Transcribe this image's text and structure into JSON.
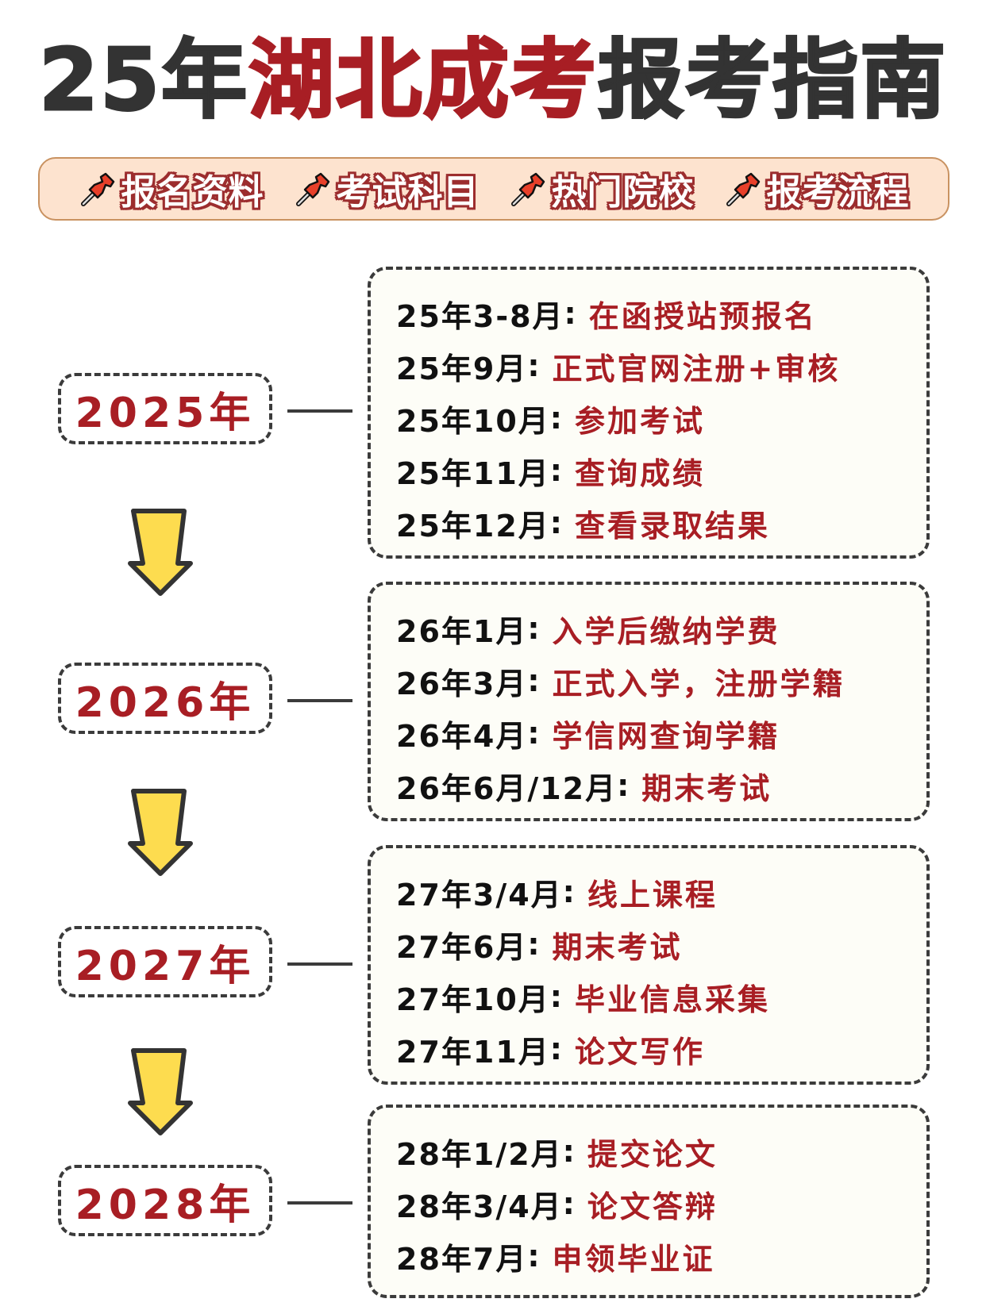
{
  "header": {
    "title_prefix": "25年",
    "title_accent": "湖北成考",
    "title_suffix": "报考指南"
  },
  "tags": [
    {
      "icon": "pushpin-icon",
      "label": "报名资料"
    },
    {
      "icon": "pushpin-icon",
      "label": "考试科目"
    },
    {
      "icon": "pushpin-icon",
      "label": "热门院校"
    },
    {
      "icon": "pushpin-icon",
      "label": "报考流程"
    }
  ],
  "timeline": [
    {
      "year": "2025年",
      "items": [
        {
          "date": "25年3-8月",
          "event": "在函授站预报名"
        },
        {
          "date": "25年9月",
          "event": "正式官网注册+审核"
        },
        {
          "date": "25年10月",
          "event": "参加考试"
        },
        {
          "date": "25年11月",
          "event": "查询成绩"
        },
        {
          "date": "25年12月",
          "event": "查看录取结果"
        }
      ]
    },
    {
      "year": "2026年",
      "items": [
        {
          "date": "26年1月",
          "event": "入学后缴纳学费"
        },
        {
          "date": "26年3月",
          "event": "正式入学，注册学籍"
        },
        {
          "date": "26年4月",
          "event": "学信网查询学籍"
        },
        {
          "date": "26年6月/12月",
          "event": "期末考试"
        }
      ]
    },
    {
      "year": "2027年",
      "items": [
        {
          "date": "27年3/4月",
          "event": "线上课程"
        },
        {
          "date": "27年6月",
          "event": "期末考试"
        },
        {
          "date": "27年10月",
          "event": "毕业信息采集"
        },
        {
          "date": "27年11月",
          "event": "论文写作"
        }
      ]
    },
    {
      "year": "2028年",
      "items": [
        {
          "date": "28年1/2月",
          "event": "提交论文"
        },
        {
          "date": "28年3/4月",
          "event": "论文答辩"
        },
        {
          "date": "28年7月",
          "event": "申领毕业证"
        }
      ]
    }
  ],
  "separator": ":",
  "colors": {
    "accent_red": "#a81e24",
    "title_dark": "#333333",
    "tagbar_bg": "#fde3cf",
    "tagbar_border": "#c99261",
    "arrow_yellow": "#fddc4f",
    "card_bg": "#fdfdf7"
  }
}
